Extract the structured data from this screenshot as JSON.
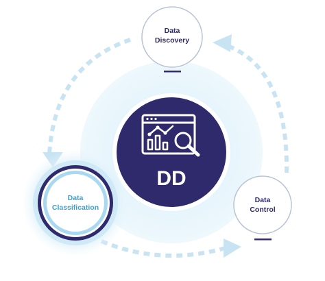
{
  "diagram": {
    "center": {
      "label": "DD",
      "icon": "analytics-dashboard-magnifier-icon"
    },
    "nodes": {
      "discovery": {
        "line1": "Data",
        "line2": "Discovery"
      },
      "classification": {
        "line1": "Data",
        "line2": "Classification"
      },
      "control": {
        "line1": "Data",
        "line2": "Control"
      }
    },
    "colors": {
      "navy": "#2f2a6b",
      "halo": "#e6f4fb",
      "halo_inner": "#d7eef9",
      "dashed_arrow": "#c8e3f2",
      "node_border": "#2f2a6b",
      "classification_text": "#36a2d8",
      "classification_ring": "#a9d8f1"
    }
  }
}
